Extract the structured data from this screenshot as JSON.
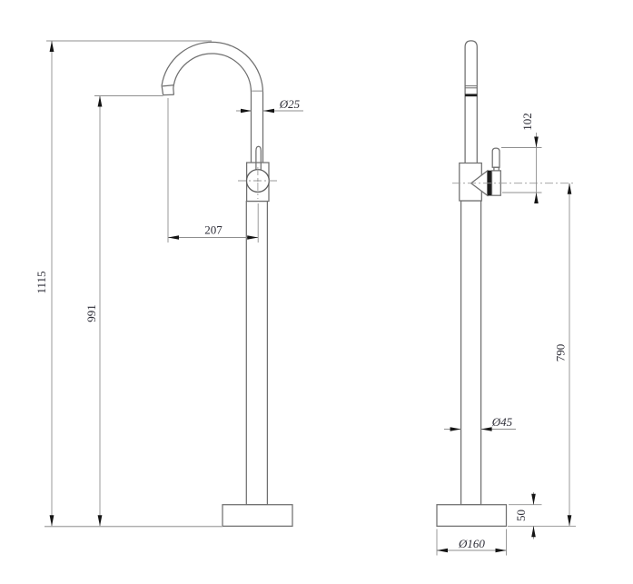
{
  "drawing": {
    "kind": "technical-dimension-drawing",
    "subject": "freestanding bath filler tap, front and side elevations",
    "background_color": "#ffffff",
    "object_line_color": "#6f6f6f",
    "dimension_line_color": "#8f8f8f",
    "text_color": "#2e2e38",
    "arrow_color": "#141414"
  },
  "dims": {
    "overall_height": "1115",
    "outlet_height": "991",
    "spout_diameter": "Ø25",
    "spout_reach": "207",
    "handle_length": "102",
    "body_center_height": "790",
    "column_diameter": "Ø45",
    "base_thickness": "50",
    "base_diameter": "Ø160"
  }
}
